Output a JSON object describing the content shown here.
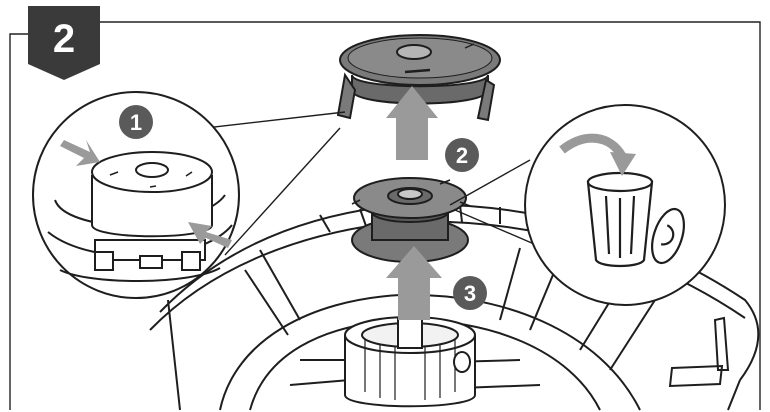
{
  "step": {
    "number": "2"
  },
  "callouts": [
    {
      "label": "1"
    },
    {
      "label": "2"
    },
    {
      "label": "3"
    }
  ],
  "icons": {
    "step": "step-badge-icon",
    "bin": "trash-bin-icon",
    "discard_arrow": "curved-arrow-icon"
  },
  "colors": {
    "badge": "#3a3a3a",
    "callout": "#5a5a5a",
    "arrow": "#9a9a9a",
    "line": "#1e1e1e"
  }
}
